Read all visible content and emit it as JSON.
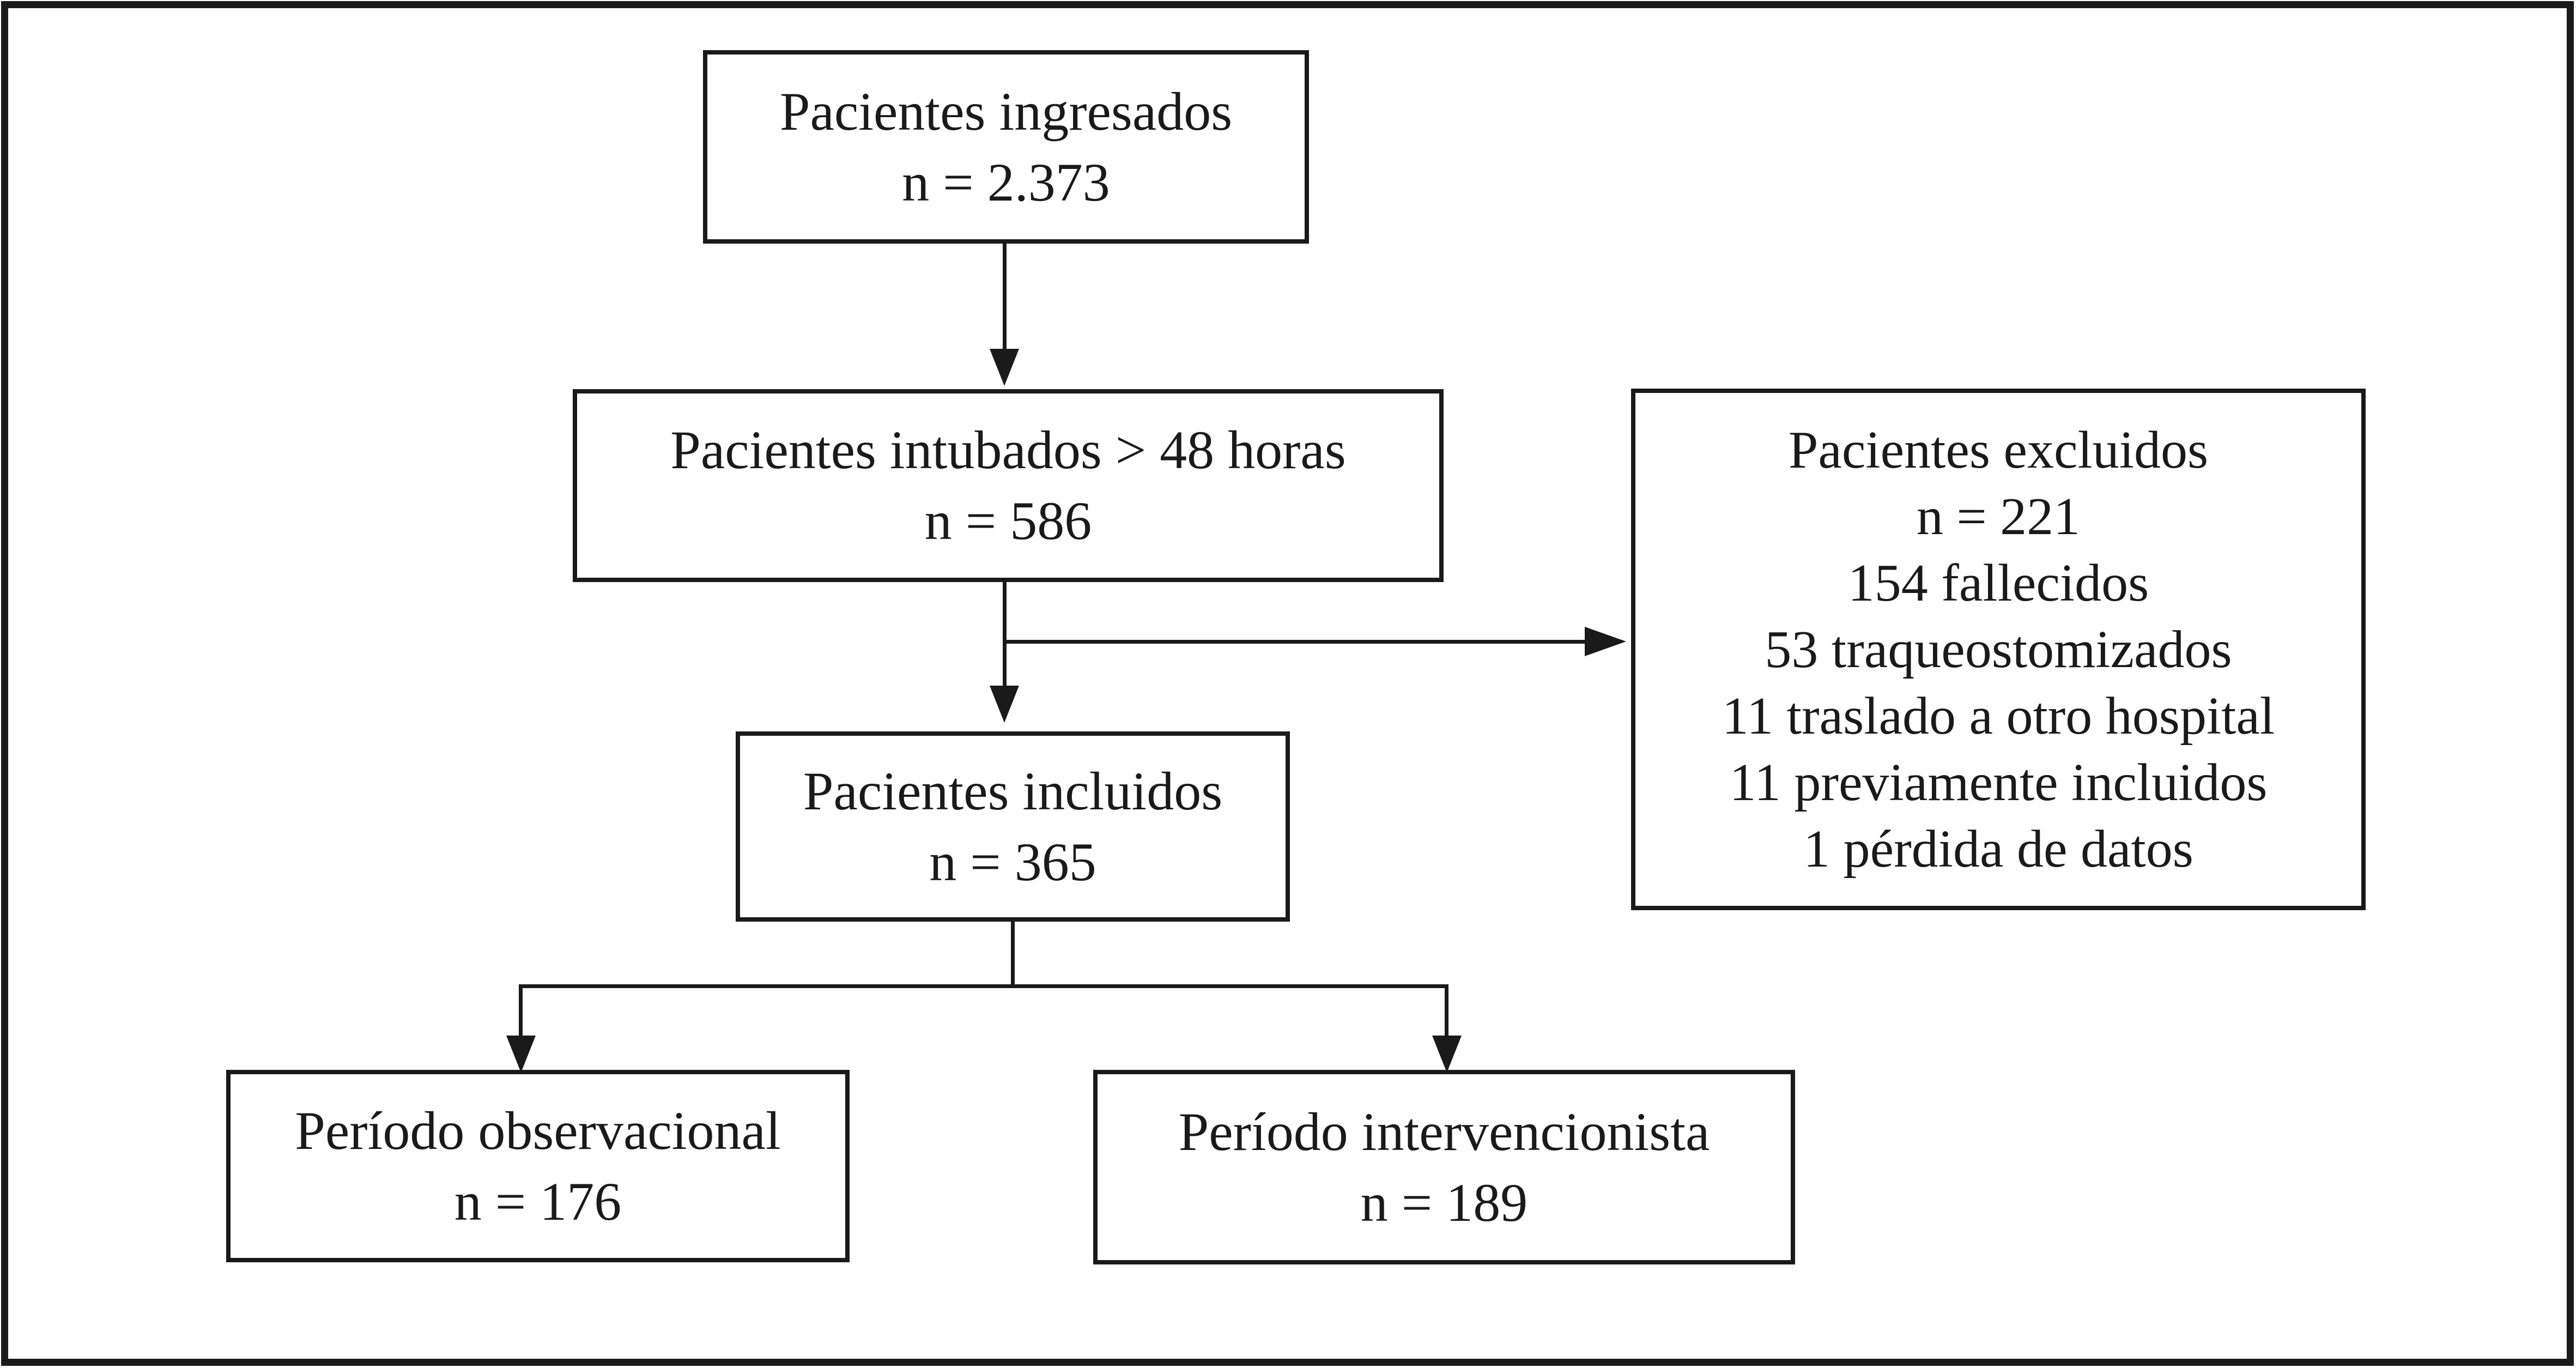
{
  "figure": {
    "type": "flowchart",
    "language": "es",
    "colors": {
      "ink": "#1a1a1a",
      "paper": "#ffffff"
    },
    "nodes": [
      {
        "id": "pacientes-ingresados",
        "lines": [
          "Pacientes ingresados",
          "n = 2.373"
        ]
      },
      {
        "id": "pacientes-intubados",
        "lines": [
          "Pacientes intubados > 48 horas",
          "n = 586"
        ]
      },
      {
        "id": "pacientes-excluidos",
        "lines": [
          "Pacientes excluidos",
          "n = 221",
          "154 fallecidos",
          "53 traqueostomizados",
          "11 traslado a otro hospital",
          "11 previamente incluidos",
          "1 pérdida de datos"
        ]
      },
      {
        "id": "pacientes-incluidos",
        "lines": [
          "Pacientes incluidos",
          "n = 365"
        ]
      },
      {
        "id": "periodo-observacional",
        "lines": [
          "Período observacional",
          "n = 176"
        ]
      },
      {
        "id": "periodo-intervencionista",
        "lines": [
          "Período intervencionista",
          "n = 189"
        ]
      }
    ]
  }
}
